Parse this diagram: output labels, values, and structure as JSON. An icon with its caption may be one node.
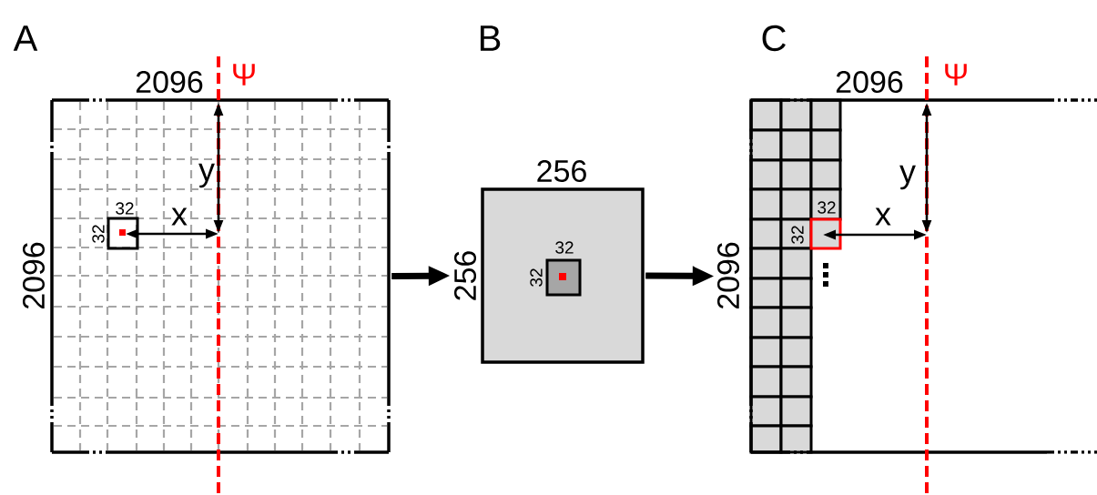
{
  "diagram": {
    "nodes": [
      {
        "text": [
          "2096",
          "2096"
        ]
      },
      {
        "text": [],
        "shape": "box",
        "beside": [
          "256",
          "256"
        ]
      },
      {
        "text": [
          "2096",
          "2096"
        ]
      }
    ],
    "edges": [
      {
        "from": 0,
        "to": 1,
        "arrow": "to"
      },
      {
        "from": 1,
        "to": 2,
        "arrow": "to"
      }
    ],
    "labels": [
      "A",
      "B",
      "C",
      "Ψ",
      "y",
      "32",
      "32",
      "x",
      "32",
      "32",
      "Ψ",
      "y",
      "32",
      "32",
      "x"
    ]
  }
}
